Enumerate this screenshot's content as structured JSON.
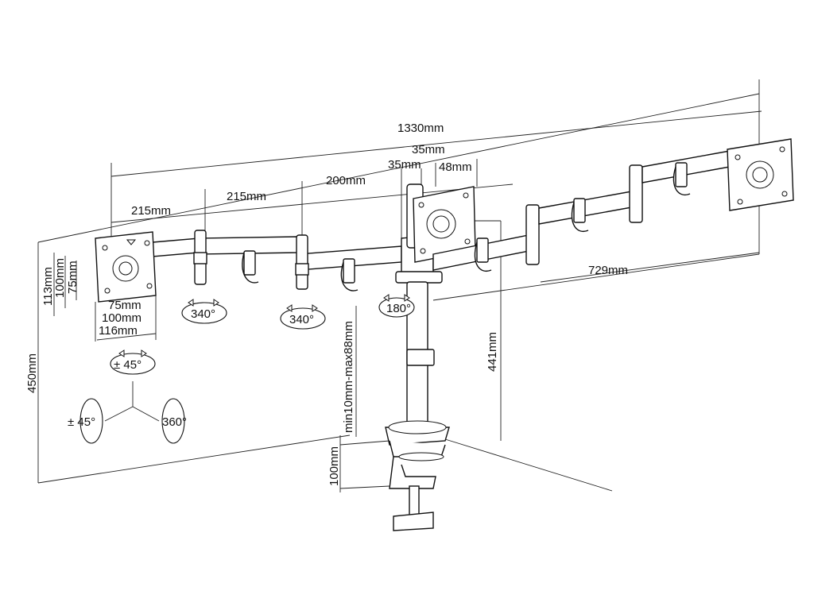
{
  "dimensions": {
    "total_width": "1330mm",
    "arm_segment_1": "215mm",
    "arm_segment_2": "215mm",
    "arm_segment_3": "200mm",
    "bracket_offset_a": "35mm",
    "bracket_offset_b": "35mm",
    "bracket_width": "48mm",
    "right_span": "729mm",
    "pole_height": "441mm",
    "overall_height": "450mm",
    "desk_thickness": "min10mm-max88mm",
    "clamp_depth": "100mm",
    "vesa_small": "75mm",
    "vesa_medium": "100mm",
    "plate_width": "116mm",
    "plate_height": "113mm",
    "vesa_h_100": "100mm",
    "vesa_h_75": "75mm"
  },
  "rotation_badges": {
    "swivel_left": "340°",
    "swivel_mid": "340°",
    "swivel_center": "180°",
    "tilt_top": "± 45°",
    "tilt_side": "± 45°",
    "rotate": "360°"
  }
}
